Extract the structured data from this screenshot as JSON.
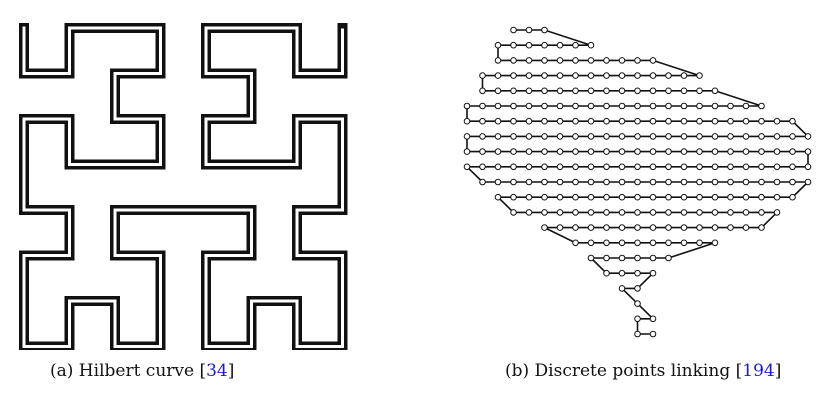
{
  "figure": {
    "subfigures": [
      {
        "id": "a",
        "caption_prefix": "(a) Hilbert curve [",
        "citation": "34",
        "caption_suffix": "]",
        "image": "hilbert-curve-order-3"
      },
      {
        "id": "b",
        "caption_prefix": "(b) Discrete points linking [",
        "citation": "194",
        "caption_suffix": "]",
        "image": "us-map-points-linked-by-curve"
      }
    ],
    "colors": {
      "ink": "#111111",
      "citation": "#1a1ad6"
    }
  }
}
